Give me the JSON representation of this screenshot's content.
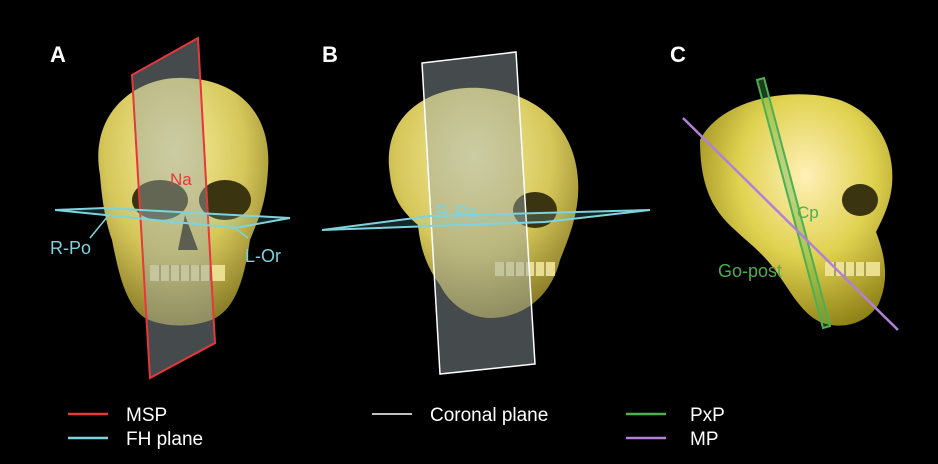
{
  "panels": [
    {
      "letter": "A",
      "labels": {
        "nasion": "Na",
        "r_po": "R-Po",
        "l_or": "L-Or"
      }
    },
    {
      "letter": "B",
      "labels": {
        "r_po": "R-Po"
      }
    },
    {
      "letter": "C",
      "labels": {
        "cp": "Cp",
        "go_post": "Go-post"
      }
    }
  ],
  "legend": [
    {
      "label": "MSP",
      "color": "#e8373a"
    },
    {
      "label": "FH plane",
      "color": "#7ed3dd"
    },
    {
      "label": "Coronal plane",
      "color": "#ffffff"
    },
    {
      "label": "PxP",
      "color": "#4caf50"
    },
    {
      "label": "MP",
      "color": "#b37fd9"
    }
  ],
  "colors": {
    "background": "#000000",
    "bone": "#d9cf6a",
    "bone_shadow": "#8d7f22",
    "label_na": "#e8373a",
    "label_fh": "#7ed3dd",
    "label_green": "#4caf50"
  }
}
